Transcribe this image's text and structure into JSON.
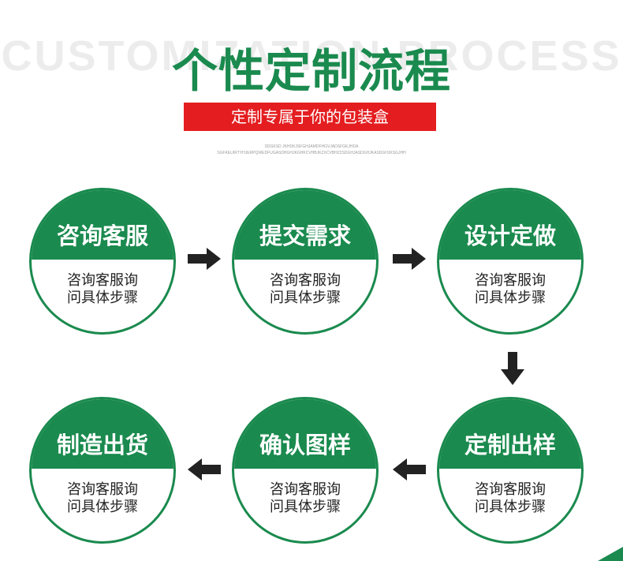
{
  "header": {
    "bg_word": "CUSTOMIZATION PROCESS",
    "title": "个性定制流程",
    "banner": "定制专属于你的包装盒",
    "tiny_line_1": "SDGKSD JKHDKJSFGHJAMDFHGVJADSFGKJHDA",
    "tiny_line_2": "SGFKEUIRTYHJERPQWEDFUGASDHGHJKGHKCVHBJKZXCVBHZ2SDGHJASDGHJKASDGHJKSGJHH"
  },
  "colors": {
    "brand_green": "#1a8a4e",
    "banner_red": "#e41e20",
    "arrow": "#222222"
  },
  "steps": [
    {
      "title": "咨询客服",
      "desc_line1": "咨询客服询",
      "desc_line2": "问具体步骤"
    },
    {
      "title": "提交需求",
      "desc_line1": "咨询客服询",
      "desc_line2": "问具体步骤"
    },
    {
      "title": "设计定做",
      "desc_line1": "咨询客服询",
      "desc_line2": "问具体步骤"
    },
    {
      "title": "定制出样",
      "desc_line1": "咨询客服询",
      "desc_line2": "问具体步骤"
    },
    {
      "title": "确认图样",
      "desc_line1": "咨询客服询",
      "desc_line2": "问具体步骤"
    },
    {
      "title": "制造出货",
      "desc_line1": "咨询客服询",
      "desc_line2": "问具体步骤"
    }
  ],
  "arrows": [
    {
      "icon": "arrow-right-icon"
    },
    {
      "icon": "arrow-right-icon"
    },
    {
      "icon": "arrow-down-icon"
    },
    {
      "icon": "arrow-left-icon"
    },
    {
      "icon": "arrow-left-icon"
    }
  ]
}
